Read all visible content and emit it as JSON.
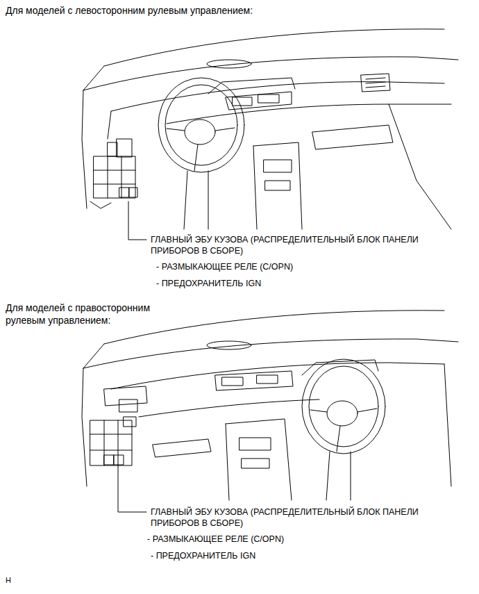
{
  "diagram": {
    "labels": [
      "Для моделей с левосторонним рулевым управлением:",
      "ГЛАВНЫЙ ЭБУ КУЗОВА (РАСПРЕДЕЛИТЕЛЬНЫЙ БЛОК ПАНЕЛИ ПРИБОРОВ В СБОРЕ)",
      "- РАЗМЫКАЮЩЕЕ РЕЛЕ (C/OPN)",
      "- ПРЕДОХРАНИТЕЛЬ IGN",
      "Для моделей с правосторонним рулевым управлением:",
      "ГЛАВНЫЙ ЭБУ КУЗОВА (РАСПРЕДЕЛИТЕЛЬНЫЙ БЛОК ПАНЕЛИ ПРИБОРОВ В СБОРЕ)",
      "- РАЗМЫКАЮЩЕЕ РЕЛЕ (C/OPN)",
      "- ПРЕДОХРАНИТЕЛЬ IGN",
      "H"
    ]
  }
}
